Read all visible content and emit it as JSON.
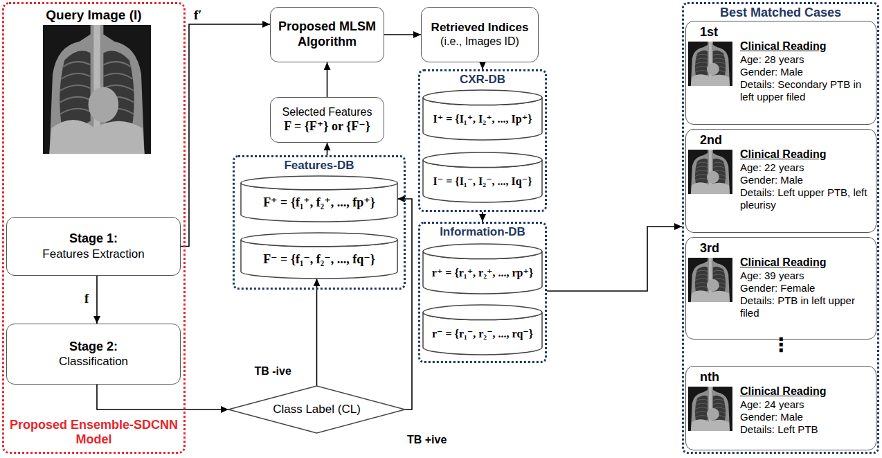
{
  "diagram": {
    "nodes": [
      {
        "text": [
          "Query Image (I)",
          "Proposed Ensemble-SDCNN Model"
        ]
      },
      {
        "text": [
          "Stage 1:",
          "Features Extraction"
        ],
        "in": 0
      },
      {
        "text": [
          "Stage 2:",
          "Classification"
        ],
        "in": 0
      },
      {
        "text": [
          "Proposed MLSM Algorithm"
        ]
      },
      {
        "text": [
          "Retrieved Indices",
          "(i.e., Images ID)"
        ]
      },
      {
        "text": [
          "Selected Features",
          "F = {F⁺} or {F⁻}"
        ]
      },
      {
        "text": [
          "Features-DB"
        ]
      },
      {
        "text": [
          "F⁺ = {f₁⁺, f₂⁺, ..., fp⁺}"
        ],
        "in": 6
      },
      {
        "text": [
          "F⁻ = {f₁⁻, f₂⁻, ..., fq⁻}"
        ],
        "in": 6
      },
      {
        "text": [
          "Class Label (CL)"
        ]
      },
      {
        "text": [
          "CXR-DB"
        ]
      },
      {
        "text": [
          "I⁺ = {I₁⁺, I₂⁺, ..., Ip⁺}"
        ],
        "in": 10
      },
      {
        "text": [
          "I⁻ = {I₁⁻, I₂⁻, ..., Iq⁻}"
        ],
        "in": 10
      },
      {
        "text": [
          "Information-DB"
        ]
      },
      {
        "text": [
          "r⁺ = {r₁⁺, r₂⁺, ..., rp⁺}"
        ],
        "in": 13
      },
      {
        "text": [
          "r⁻ = {r₁⁻, r₂⁻, ..., rq⁻}"
        ],
        "in": 13
      },
      {
        "text": [
          "Best Matched Cases"
        ]
      },
      {
        "text": [
          "1st",
          "Clinical Reading",
          "Age: 28 years",
          "Gender: Male",
          "Details: Secondary PTB in left upper filed"
        ],
        "in": 16
      },
      {
        "text": [
          "2nd",
          "Clinical Reading",
          "Age: 22 years",
          "Gender: Male",
          "Details: Left upper PTB, left pleurisy"
        ],
        "in": 16
      },
      {
        "text": [
          "3rd",
          "Clinical Reading",
          "Age: 39 years",
          "Gender: Female",
          "Details: PTB in left upper filed"
        ],
        "in": 16
      },
      {
        "text": [
          "nth",
          "Clinical Reading",
          "Age: 24 years",
          "Gender: Male",
          "Details: Left PTB"
        ],
        "in": 16
      }
    ],
    "edges": [
      {
        "from": 1,
        "to": 3,
        "arrow": "to",
        "label": "f′"
      },
      {
        "from": 1,
        "to": 2,
        "arrow": "to",
        "label": "f"
      },
      {
        "from": 2,
        "to": 9,
        "arrow": "to"
      },
      {
        "from": 9,
        "to": 8,
        "arrow": "to",
        "label": "TB -ive"
      },
      {
        "from": 9,
        "to": 7,
        "arrow": "to",
        "label": "TB +ive"
      },
      {
        "from": 5,
        "to": 3,
        "arrow": "to"
      },
      {
        "from": 6,
        "to": 5,
        "arrow": "to"
      },
      {
        "from": 3,
        "to": 4,
        "arrow": "to"
      },
      {
        "from": 4,
        "to": 10,
        "arrow": "to"
      },
      {
        "from": 10,
        "to": 13,
        "arrow": "to"
      },
      {
        "from": 13,
        "to": 16,
        "arrow": "to"
      }
    ],
    "labels": [
      "⋮"
    ]
  }
}
